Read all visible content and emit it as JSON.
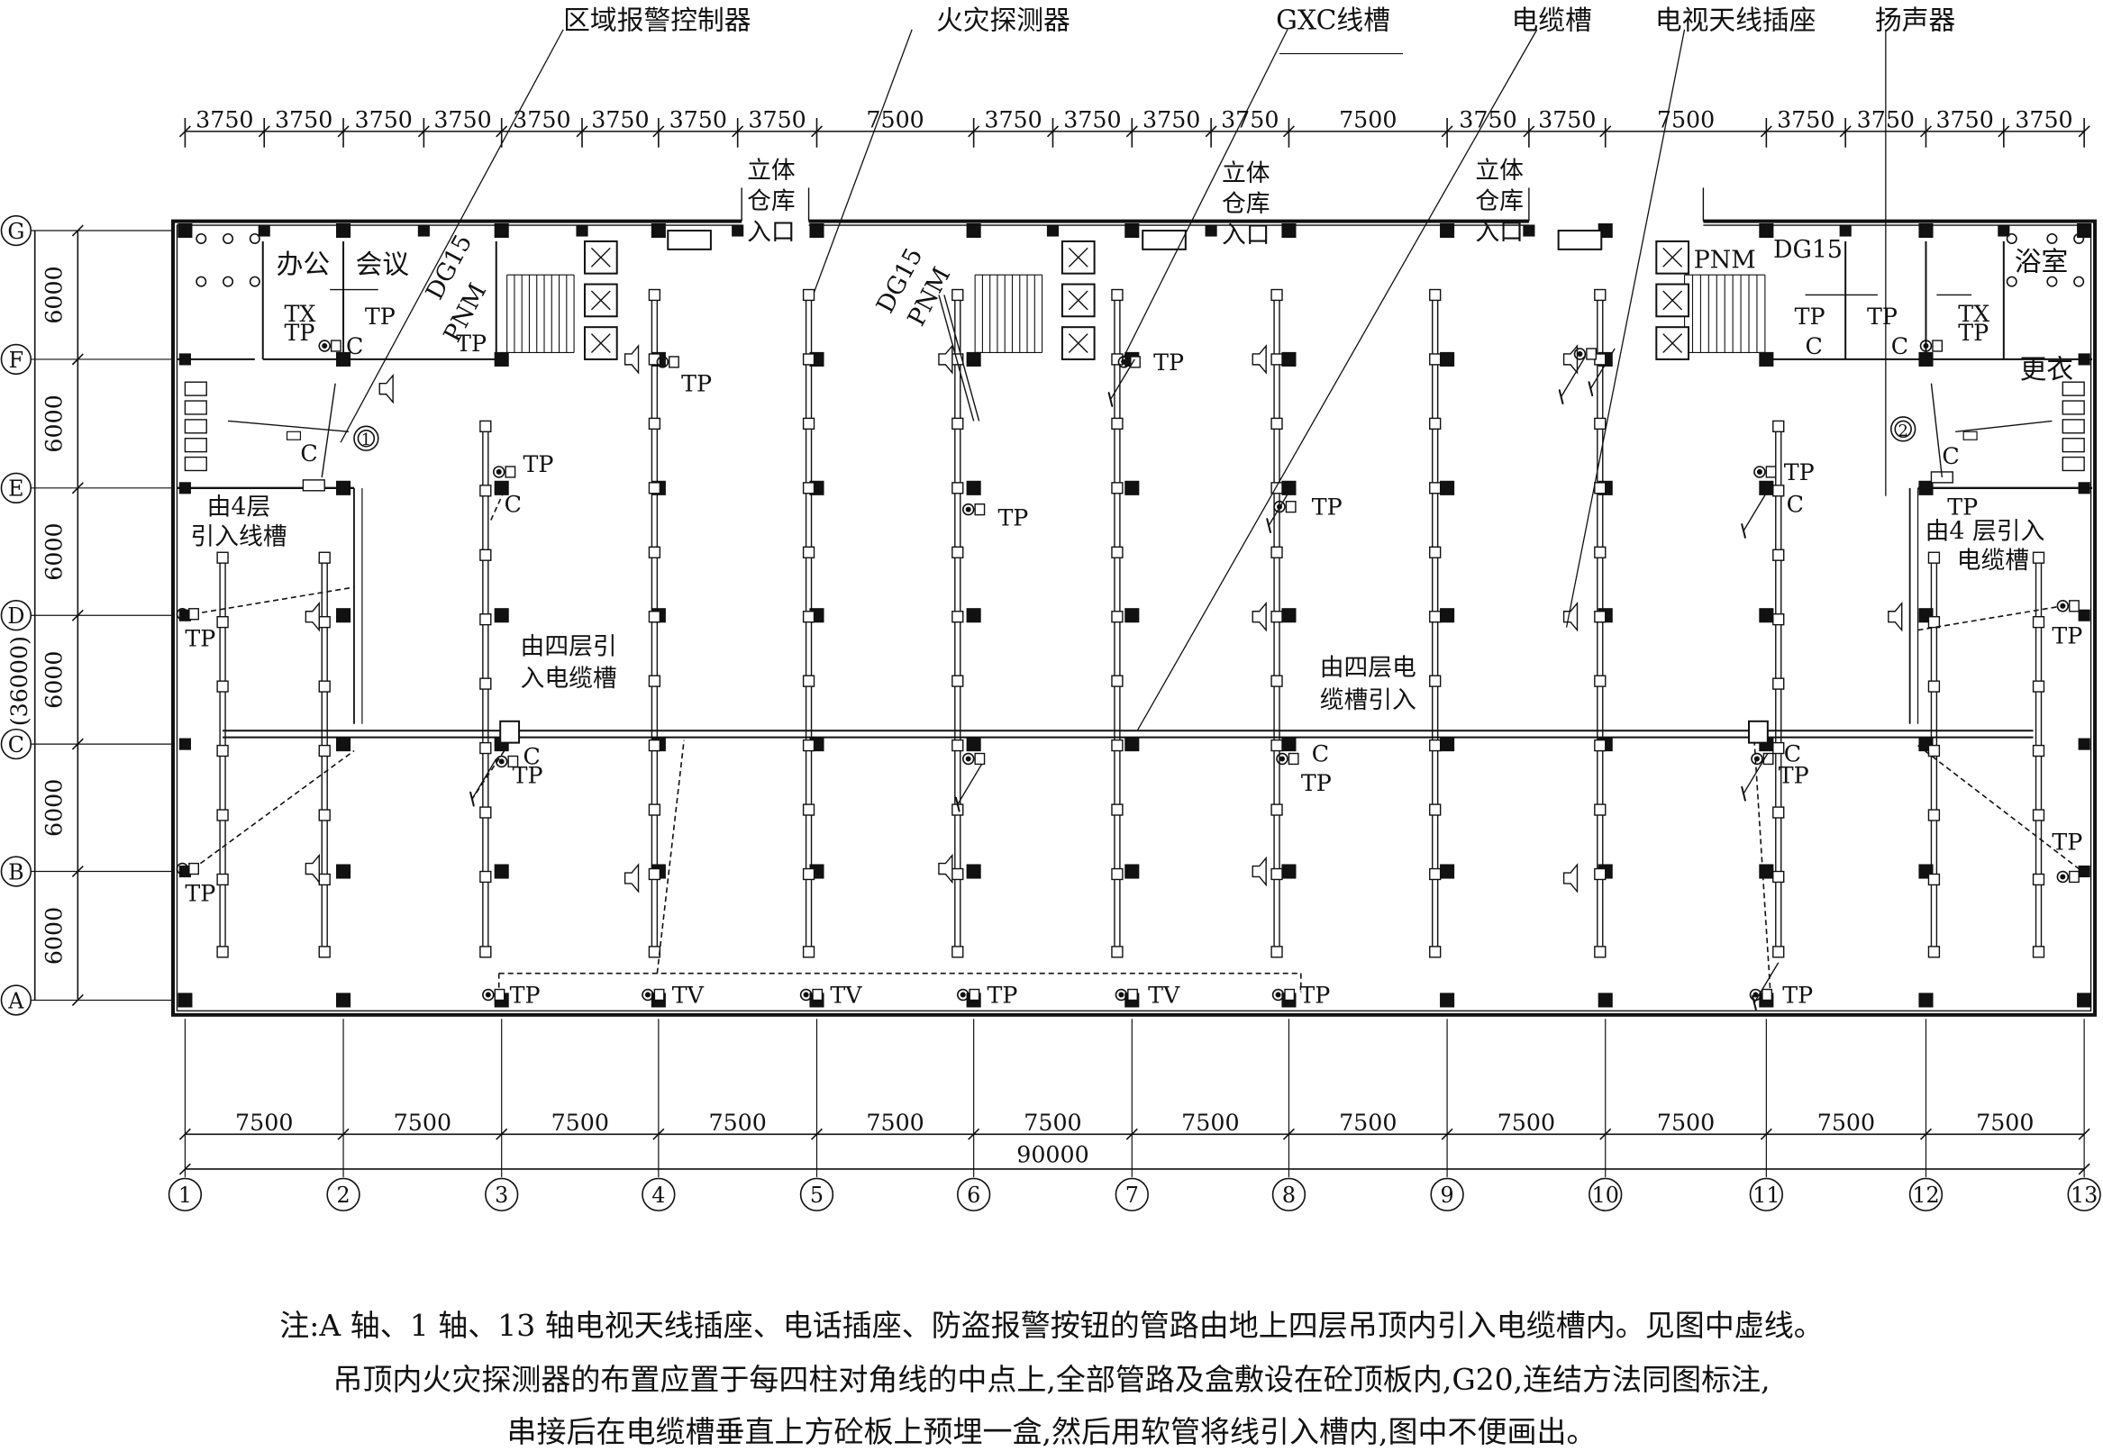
{
  "callouts": [
    "区域报警控制器",
    "火灾探测器",
    "GXC线槽",
    "电缆槽",
    "电视天线插座",
    "扬声器"
  ],
  "top_dims": [
    "3750",
    "3750",
    "3750",
    "3750",
    "3750",
    "3750",
    "3750",
    "3750",
    "7500",
    "3750",
    "3750",
    "3750",
    "3750",
    "7500",
    "3750",
    "3750",
    "7500",
    "3750",
    "3750",
    "3750",
    "3750"
  ],
  "bottom_dims": [
    "7500",
    "7500",
    "7500",
    "7500",
    "7500",
    "7500",
    "7500",
    "7500",
    "7500",
    "7500",
    "7500",
    "7500"
  ],
  "total_width": "90000",
  "total_height": "(36000)",
  "left_dims": [
    "6000",
    "6000",
    "6000",
    "6000",
    "6000",
    "6000"
  ],
  "row_axes": [
    "G",
    "F",
    "E",
    "D",
    "C",
    "B",
    "A"
  ],
  "col_axes": [
    "1",
    "2",
    "3",
    "4",
    "5",
    "6",
    "7",
    "8",
    "9",
    "10",
    "11",
    "12",
    "13"
  ],
  "rooms": {
    "office": "办公",
    "meeting": "会议",
    "bath": "浴室",
    "change": "更衣",
    "entrance_l1": "立体",
    "entrance_l2": "仓库",
    "entrance_l3": "入口"
  },
  "labels": {
    "pnm": "PNM",
    "dg15": "DG15",
    "tp": "TP",
    "tx": "TX",
    "tv": "TV",
    "c": "C",
    "circle1": "1",
    "circle2": "2"
  },
  "annotations": {
    "from4_left_1": "由4层",
    "from4_left_2": "引入线槽",
    "from4_mid_1": "由四层引",
    "from4_mid_2": "入电缆槽",
    "from4_c8_1": "由四层电",
    "from4_c8_2": "缆槽引入",
    "from4_right_1": "由4 层引入",
    "from4_right_2": "电缆槽"
  },
  "notes": [
    "注:A 轴、1 轴、13 轴电视天线插座、电话插座、防盗报警按钮的管路由地上四层吊顶内引入电缆槽内。见图中虚线。",
    "吊顶内火灾探测器的布置应置于每四柱对角线的中点上,全部管路及盒敷设在砼顶板内,G20,连结方法同图标注,",
    "串接后在电缆槽垂直上方砼板上预埋一盒,然后用软管将线引入槽内,图中不便画出。"
  ]
}
